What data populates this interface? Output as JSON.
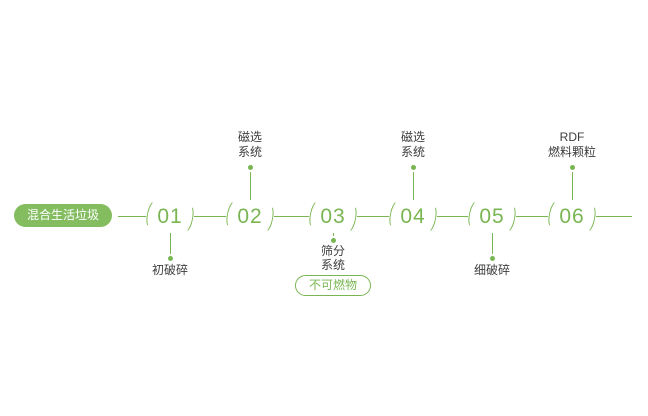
{
  "colors": {
    "accent_green": "#79b653",
    "start_pill_fill": "#83bd60",
    "label_text": "#3d3d3d"
  },
  "start_node": {
    "label": "混合生活垃圾"
  },
  "steps": [
    {
      "number": "01",
      "label_lines": [
        "初破碎"
      ],
      "label_position": "below"
    },
    {
      "number": "02",
      "label_lines": [
        "磁选",
        "系统"
      ],
      "label_position": "above"
    },
    {
      "number": "03",
      "label_lines": [
        "筛分",
        "系统"
      ],
      "label_position": "below",
      "tag": "不可燃物"
    },
    {
      "number": "04",
      "label_lines": [
        "磁选",
        "系统"
      ],
      "label_position": "above"
    },
    {
      "number": "05",
      "label_lines": [
        "细破碎"
      ],
      "label_position": "below"
    },
    {
      "number": "06",
      "label_lines": [
        "RDF",
        "燃料颗粒"
      ],
      "label_position": "above"
    }
  ]
}
